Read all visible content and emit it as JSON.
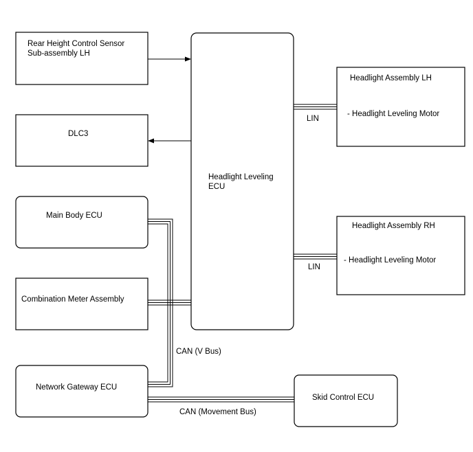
{
  "boxes": {
    "rear_sensor": {
      "line1": "Rear Height Control Sensor",
      "line2": "Sub-assembly LH"
    },
    "dlc3": {
      "label": "DLC3"
    },
    "main_body": {
      "label": "Main Body ECU"
    },
    "combination_meter": {
      "label": "Combination Meter Assembly"
    },
    "network_gateway": {
      "label": "Network Gateway ECU"
    },
    "headlight_ecu": {
      "line1": "Headlight Leveling",
      "line2": "ECU"
    },
    "headlight_lh": {
      "title": "Headlight Assembly LH",
      "item": "- Headlight Leveling Motor"
    },
    "headlight_rh": {
      "title": "Headlight Assembly RH",
      "item": "- Headlight Leveling Motor"
    },
    "skid_control": {
      "label": "Skid Control ECU"
    }
  },
  "bus_labels": {
    "lin_lh": "LIN",
    "lin_rh": "LIN",
    "can_v": "CAN (V Bus)",
    "can_movement": "CAN (Movement Bus)"
  },
  "colors": {
    "line": "#000000",
    "background": "#ffffff"
  }
}
